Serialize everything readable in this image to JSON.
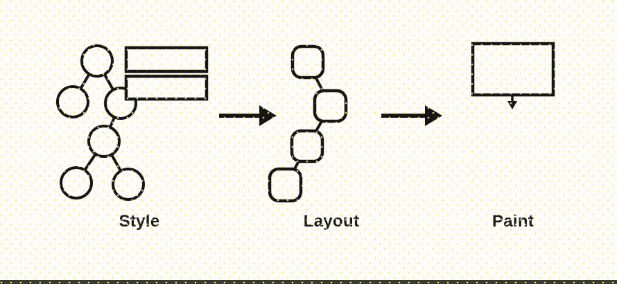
{
  "stages": [
    {
      "label": "Style"
    },
    {
      "label": "Layout"
    },
    {
      "label": "Paint"
    }
  ],
  "colors": {
    "stroke": "#161616",
    "background": "#fcfcfa",
    "dot": "#f8ef6e",
    "bottom_bar": "#3a3a31"
  }
}
